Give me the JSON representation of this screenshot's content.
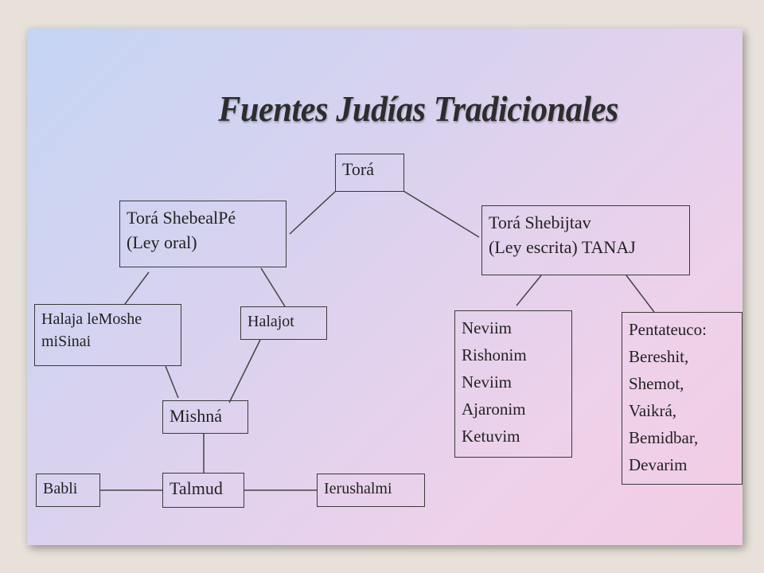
{
  "title": "Fuentes Judías Tradicionales",
  "nodes": {
    "tora": {
      "lines": [
        "Torá"
      ]
    },
    "tora_oral": {
      "lines": [
        "Torá ShebealPé",
        "(Ley oral)"
      ]
    },
    "tora_escrita": {
      "lines": [
        "Torá Shebijtav",
        "(Ley escrita)  TANAJ"
      ]
    },
    "halaja": {
      "lines": [
        "Halaja leMoshe",
        "miSinai"
      ]
    },
    "halajot": {
      "lines": [
        "Halajot"
      ]
    },
    "mishna": {
      "lines": [
        "Mishná"
      ]
    },
    "talmud": {
      "lines": [
        "Talmud"
      ]
    },
    "babli": {
      "lines": [
        "Babli"
      ]
    },
    "ierushalmi": {
      "lines": [
        "Ierushalmi"
      ]
    },
    "neviim": {
      "lines": [
        "Neviim",
        "Rishonim",
        "Neviim",
        "Ajaronim",
        "Ketuvim"
      ]
    },
    "pentateuco": {
      "lines": [
        "Pentateuco:",
        "Bereshit,",
        "Shemot,",
        "Vaikrá,",
        "Bemidbar,",
        "Devarim"
      ]
    }
  },
  "colors": {
    "line": "#444444",
    "text": "#222222"
  }
}
